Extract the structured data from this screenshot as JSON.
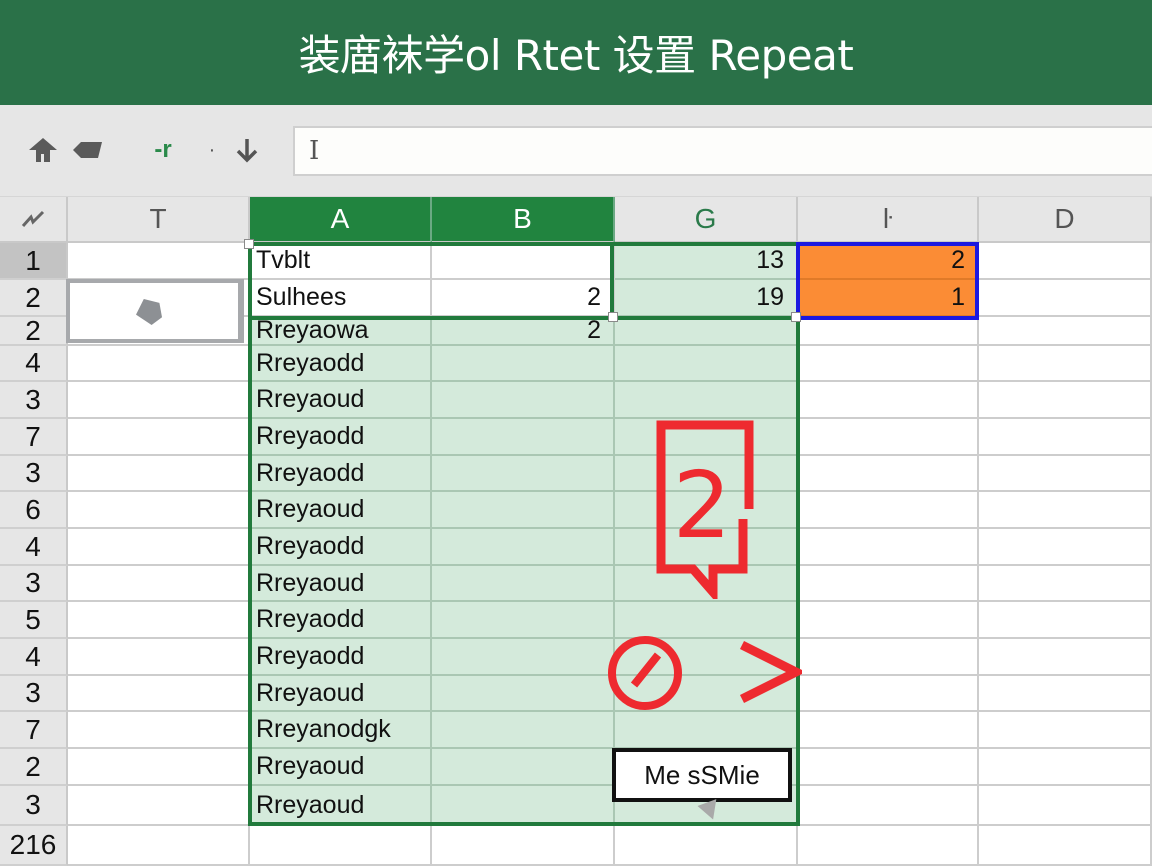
{
  "window": {
    "title": "装庿袜学ol Rtet 设置 Repeat",
    "title_bar_color": "#2a7148"
  },
  "toolbar": {
    "icons": [
      {
        "name": "home-arrow-icon",
        "glyph": "⬆"
      },
      {
        "name": "back-arrow-icon",
        "glyph": "⬅"
      },
      {
        "name": "format-icon",
        "glyph": "-r"
      },
      {
        "name": "dot-icon",
        "glyph": "·"
      },
      {
        "name": "down-arrow-icon",
        "glyph": "↓"
      }
    ],
    "formula_bar": {
      "value": "",
      "cursor_glyph": "I"
    }
  },
  "sheet": {
    "corner_glyph": "⁄⁄",
    "columns": [
      {
        "label": "T",
        "selected": false
      },
      {
        "label": "A",
        "selected": true
      },
      {
        "label": "B",
        "selected": true
      },
      {
        "label": "G",
        "selected": false
      },
      {
        "label": "ŀ",
        "selected": false
      },
      {
        "label": "D",
        "selected": false
      }
    ],
    "row_labels": [
      "1",
      "2",
      "2",
      "4",
      "3",
      "7",
      "3",
      "6",
      "4",
      "3",
      "5",
      "4",
      "3",
      "7",
      "2",
      "3",
      "216"
    ],
    "rows": [
      {
        "A": "Tvblt",
        "B": "",
        "G": "13",
        "E": "2"
      },
      {
        "A": "Sulhees",
        "B": "2",
        "G": "19",
        "E": "1"
      },
      {
        "A": "Rreyaowa",
        "B": "2",
        "G": "",
        "E": ""
      },
      {
        "A": "Rreyaodd",
        "B": "",
        "G": "",
        "E": ""
      },
      {
        "A": "Rreyaoud",
        "B": "",
        "G": "",
        "E": ""
      },
      {
        "A": "Rreyaodd",
        "B": "",
        "G": "",
        "E": ""
      },
      {
        "A": "Rreyaodd",
        "B": "",
        "G": "",
        "E": ""
      },
      {
        "A": "Rreyaoud",
        "B": "",
        "G": "",
        "E": ""
      },
      {
        "A": "Rreyaodd",
        "B": "",
        "G": "",
        "E": ""
      },
      {
        "A": "Rreyaoud",
        "B": "",
        "G": "",
        "E": ""
      },
      {
        "A": "Rreyaodd",
        "B": "",
        "G": "",
        "E": ""
      },
      {
        "A": "Rreyaodd",
        "B": "",
        "G": "",
        "E": ""
      },
      {
        "A": "Rreyaoud",
        "B": "",
        "G": "",
        "E": ""
      },
      {
        "A": "Rreyanodgk",
        "B": "",
        "G": "",
        "E": ""
      },
      {
        "A": "Rreyaoud",
        "B": "",
        "G": "",
        "E": ""
      },
      {
        "A": "Rreyaoud",
        "B": "",
        "G": "",
        "E": ""
      },
      {
        "A": "",
        "B": "",
        "G": "",
        "E": ""
      }
    ]
  },
  "overlays": {
    "comment_badge": {
      "value": "2",
      "color": "#ee2a2f"
    },
    "no_entry_icon": {
      "color": "#ee2a2f"
    },
    "chevron_right_icon": {
      "color": "#ee2a2f"
    },
    "callout": {
      "text": "Me sSMie"
    }
  },
  "colors": {
    "accent_green": "#21843f",
    "selection_fill": "#d4eadb",
    "highlight_orange": "#fb8c35",
    "blue_border": "#1b19e0"
  }
}
